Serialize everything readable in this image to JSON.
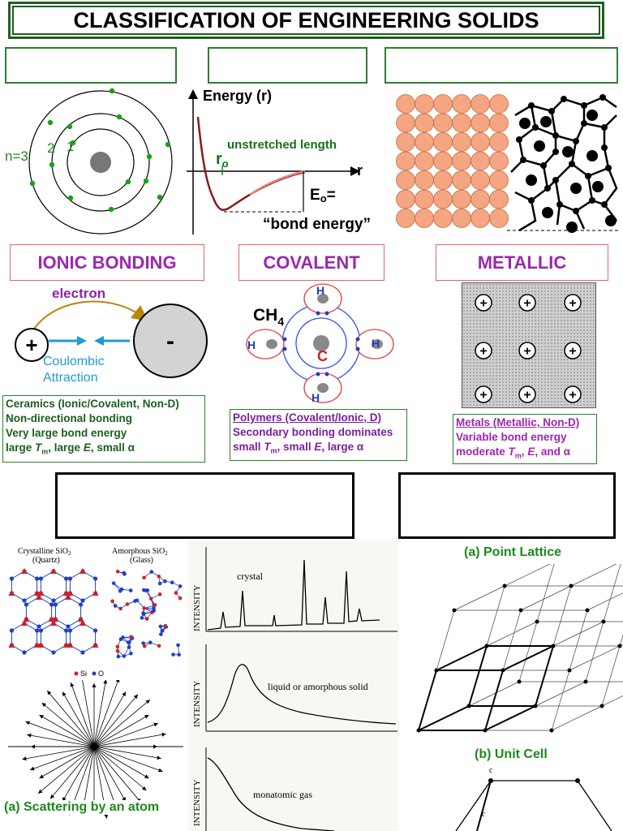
{
  "title": "CLASSIFICATION OF ENGINEERING SOLIDS",
  "atom": {
    "shell_labels": [
      "n=3",
      "2",
      "1"
    ]
  },
  "energy_plot": {
    "y_label": "Energy (r)",
    "x_label": "r",
    "r0_label": "r",
    "r0_sub": "o",
    "unstretched": "unstretched length",
    "e0_label": "E",
    "e0_sub": "o",
    "e0_eq": "=",
    "bond_energy": "“bond energy”"
  },
  "bonding": {
    "ionic": {
      "title": "IONIC BONDING",
      "electron": "electron",
      "plus": "+",
      "minus": "-",
      "coulombic": "Coulombic",
      "attraction": "Attraction",
      "props": {
        "line1": "Ceramics (Ionic/Covalent, Non-D)",
        "line2": "Non-directional bonding",
        "line3": "Very large bond energy",
        "line4_pre": "large ",
        "line4_T": "T",
        "line4_m": "m",
        "line4_mid": ", large ",
        "line4_E": "E",
        "line4_post": ", small α"
      }
    },
    "covalent": {
      "title": "COVALENT",
      "formula": "CH",
      "formula_sub": "4",
      "h": "H",
      "c": "C",
      "props": {
        "line1": "Polymers (Covalent/Ionic, D)",
        "line2": "Secondary bonding dominates",
        "line3_pre": "small ",
        "line3_T": "T",
        "line3_m": "m",
        "line3_mid": ", small ",
        "line3_E": "E",
        "line3_post": ", large α"
      }
    },
    "metallic": {
      "title": "METALLIC",
      "ion": "+",
      "props": {
        "line1": "Metals (Metallic, Non-D)",
        "line2": "Variable bond energy",
        "line3_pre": "moderate ",
        "line3_T": "T",
        "line3_m": "m",
        "line3_mid": ", ",
        "line3_E": "E",
        "line3_post": ", and α"
      }
    }
  },
  "silica": {
    "crystalline": "Crystalline SiO",
    "crystalline_sub": "2",
    "quartz": "(Quartz)",
    "amorphous": "Amorphous SiO",
    "amorphous_sub": "2",
    "glass": "(Glass)",
    "legend_si": "Si",
    "legend_o": "O"
  },
  "diffraction": {
    "intensity": "INTENSITY",
    "crystal": "crystal",
    "liquid": "liquid or amorphous solid",
    "gas": "monatomic gas"
  },
  "scattering_caption": "(a) Scattering by an atom",
  "lattice": {
    "point_lattice": "(a) Point Lattice",
    "unit_cell": "(b) Unit Cell",
    "c_axis": "c"
  },
  "colors": {
    "title_border": "#1e5e1e",
    "green_text": "#1b6e1b",
    "purple": "#9c27b0",
    "bond_box_border": "#e06666",
    "orange_atom": "#f4a582"
  }
}
